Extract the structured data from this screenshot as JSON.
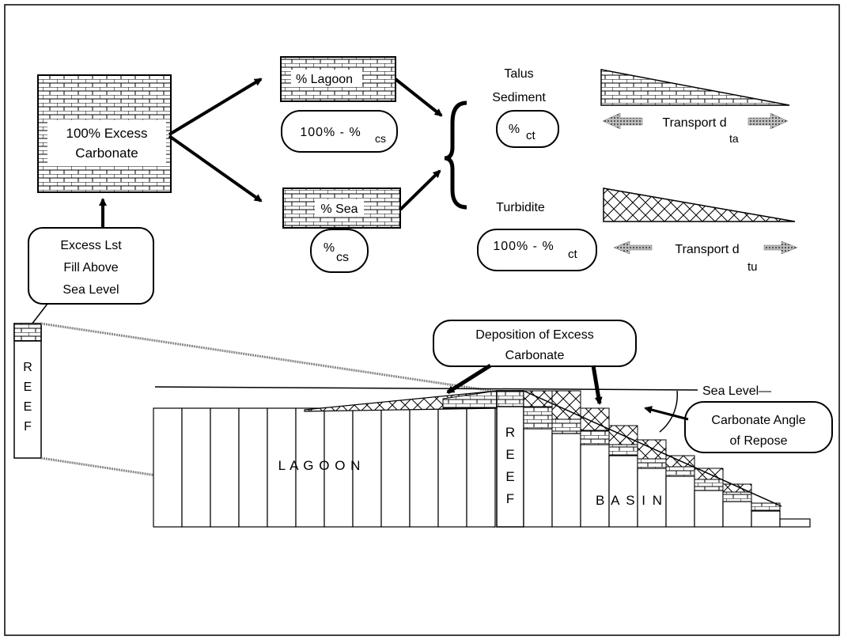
{
  "source": {
    "box_label_line1": "100% Excess",
    "box_label_line2": "Carbonate"
  },
  "callout_fill": {
    "line1": "Excess Lst",
    "line2": "Fill Above",
    "line3": "Sea Level"
  },
  "lagoon_branch": {
    "label": "% Lagoon",
    "formula_main": "100% - %",
    "formula_sub": "cs"
  },
  "sea_branch": {
    "label": "% Sea",
    "formula_main": "%",
    "formula_sub": "cs"
  },
  "talus": {
    "title_line1": "Talus",
    "title_line2": "Sediment",
    "formula_main": "%",
    "formula_sub": "ct",
    "transport_label": "Transport d",
    "transport_sub": "ta"
  },
  "turbidite": {
    "title": "Turbidite",
    "formula_main": "100% - %",
    "formula_sub": "ct",
    "transport_label": "Transport d",
    "transport_sub": "tu"
  },
  "reef_small": {
    "letters": [
      "R",
      "E",
      "E",
      "F"
    ]
  },
  "reef_large": {
    "letters": [
      "R",
      "E",
      "E",
      "F"
    ]
  },
  "deposition_callout": {
    "line1": "Deposition of Excess",
    "line2": "Carbonate"
  },
  "sea_level_label": "Sea Level—",
  "angle_callout": {
    "line1": "Carbonate Angle",
    "line2": "of Repose"
  },
  "lagoon_label": "L A G O O N",
  "basin_label": "B A  S I N"
}
